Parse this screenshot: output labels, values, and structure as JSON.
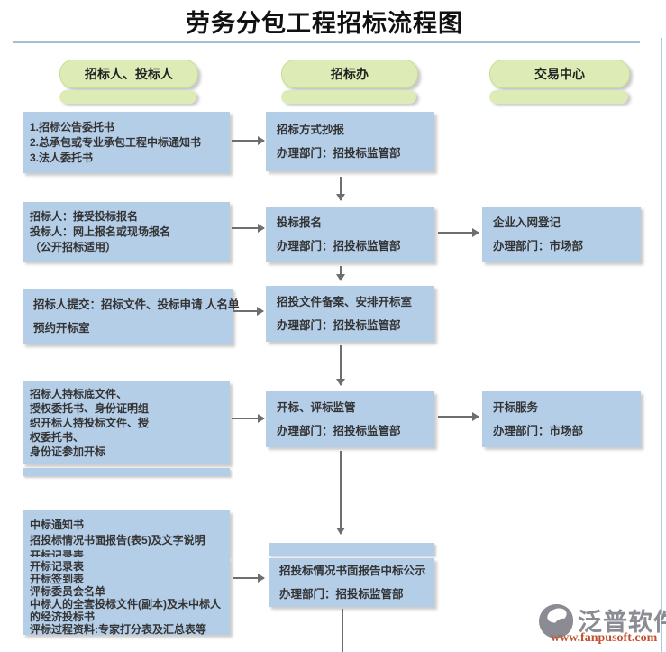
{
  "title": "劳务分包工程招标流程图",
  "columns": [
    {
      "label": "招标人、投标人"
    },
    {
      "label": "招标办"
    },
    {
      "label": "交易中心"
    }
  ],
  "flow": {
    "r1_left": {
      "lines": [
        "1.招标公告委托书",
        "2.总承包或专业承包工程中标通知书",
        "3.法人委托书"
      ]
    },
    "r1_mid": {
      "lines": [
        "招标方式抄报",
        "办理部门：招投标监管部"
      ]
    },
    "r2_left": {
      "lines": [
        "招标人：接受投标报名",
        "投标人：网上报名或现场报名",
        "（公开招标适用）"
      ]
    },
    "r2_mid": {
      "lines": [
        "投标报名",
        "办理部门：招投标监管部"
      ]
    },
    "r2_right": {
      "lines": [
        "企业入网登记",
        "办理部门：市场部"
      ]
    },
    "r3_left": {
      "lines": [
        "招标人提交：招标文件、投标申请 人名单",
        "预约开标室"
      ]
    },
    "r3_mid": {
      "lines": [
        "招投文件备案、安排开标室",
        "办理部门：招投标监管部"
      ]
    },
    "r4_left": {
      "lines": [
        "招标人持标底文件、",
        "授权委托书、身份证明组",
        "织开标人持投标文件、授",
        "权委托书、",
        "身份证参加开标"
      ]
    },
    "r4_mid": {
      "lines": [
        "开标、评标监管",
        "办理部门：招投标监管部"
      ]
    },
    "r4_right": {
      "lines": [
        "开标服务",
        "办理部门：市场部"
      ]
    },
    "r5_left_back": {
      "lines": [
        "中标通知书",
        "招投标情况书面报告(表5)及文字说明",
        "开标记录表"
      ]
    },
    "r5_left_front": {
      "lines": [
        "开标记录表",
        "开标签到表",
        "评标委员会名单",
        "中标人的全套投标文件(副本)及未中标人",
        "的经济投标书",
        "评标过程资料:专家打分表及汇总表等"
      ]
    },
    "r5_mid": {
      "lines": [
        "招投标情况书面报告中标公示",
        "办理部门：招投标监管部"
      ]
    }
  },
  "footer": {
    "brand": "泛普软件",
    "url": "www.fanpusoft.com"
  },
  "colors": {
    "node_fill": "#b4cee8",
    "pill_fill": "#ddecb7",
    "pill_border": "#c9dc96",
    "arrow": "#6e6e6e",
    "title_rule": "#a8bcd6",
    "brand_gray": "#8b8b93",
    "url_red": "#c0512f"
  }
}
